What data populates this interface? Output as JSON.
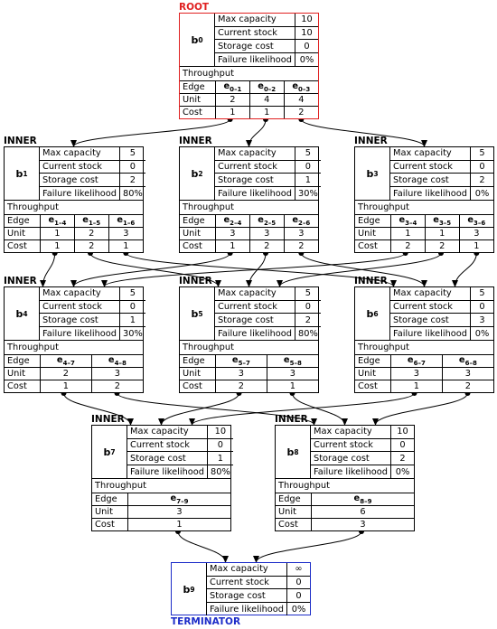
{
  "labels": {
    "max_capacity": "Max capacity",
    "current_stock": "Current stock",
    "storage_cost": "Storage cost",
    "failure_likelihood": "Failure likelihood",
    "throughput": "Throughput",
    "edge": "Edge",
    "unit": "Unit",
    "cost": "Cost"
  },
  "nodes": [
    {
      "id": "b0",
      "letter": "b",
      "sub": "0",
      "role": "ROOT",
      "max_capacity": "10",
      "current_stock": "10",
      "storage_cost": "0",
      "failure_likelihood": "0%",
      "edges": [
        {
          "letter": "e",
          "sub": "0–1",
          "unit": "2",
          "cost": "1"
        },
        {
          "letter": "e",
          "sub": "0–2",
          "unit": "4",
          "cost": "1"
        },
        {
          "letter": "e",
          "sub": "0–3",
          "unit": "4",
          "cost": "2"
        }
      ]
    },
    {
      "id": "b1",
      "letter": "b",
      "sub": "1",
      "role": "INNER",
      "max_capacity": "5",
      "current_stock": "0",
      "storage_cost": "2",
      "failure_likelihood": "80%",
      "edges": [
        {
          "letter": "e",
          "sub": "1–4",
          "unit": "1",
          "cost": "1"
        },
        {
          "letter": "e",
          "sub": "1–5",
          "unit": "2",
          "cost": "2"
        },
        {
          "letter": "e",
          "sub": "1–6",
          "unit": "3",
          "cost": "1"
        }
      ]
    },
    {
      "id": "b2",
      "letter": "b",
      "sub": "2",
      "role": "INNER",
      "max_capacity": "5",
      "current_stock": "0",
      "storage_cost": "1",
      "failure_likelihood": "30%",
      "edges": [
        {
          "letter": "e",
          "sub": "2–4",
          "unit": "3",
          "cost": "1"
        },
        {
          "letter": "e",
          "sub": "2–5",
          "unit": "3",
          "cost": "2"
        },
        {
          "letter": "e",
          "sub": "2–6",
          "unit": "3",
          "cost": "2"
        }
      ]
    },
    {
      "id": "b3",
      "letter": "b",
      "sub": "3",
      "role": "INNER",
      "max_capacity": "5",
      "current_stock": "0",
      "storage_cost": "2",
      "failure_likelihood": "0%",
      "edges": [
        {
          "letter": "e",
          "sub": "3–4",
          "unit": "1",
          "cost": "2"
        },
        {
          "letter": "e",
          "sub": "3–5",
          "unit": "1",
          "cost": "2"
        },
        {
          "letter": "e",
          "sub": "3–6",
          "unit": "3",
          "cost": "1"
        }
      ]
    },
    {
      "id": "b4",
      "letter": "b",
      "sub": "4",
      "role": "INNER",
      "max_capacity": "5",
      "current_stock": "0",
      "storage_cost": "1",
      "failure_likelihood": "30%",
      "edges": [
        {
          "letter": "e",
          "sub": "4–7",
          "unit": "2",
          "cost": "1"
        },
        {
          "letter": "e",
          "sub": "4–8",
          "unit": "3",
          "cost": "2"
        }
      ]
    },
    {
      "id": "b5",
      "letter": "b",
      "sub": "5",
      "role": "INNER",
      "max_capacity": "5",
      "current_stock": "0",
      "storage_cost": "2",
      "failure_likelihood": "80%",
      "edges": [
        {
          "letter": "e",
          "sub": "5–7",
          "unit": "3",
          "cost": "2"
        },
        {
          "letter": "e",
          "sub": "5–8",
          "unit": "3",
          "cost": "1"
        }
      ]
    },
    {
      "id": "b6",
      "letter": "b",
      "sub": "6",
      "role": "INNER",
      "max_capacity": "5",
      "current_stock": "0",
      "storage_cost": "3",
      "failure_likelihood": "0%",
      "edges": [
        {
          "letter": "e",
          "sub": "6–7",
          "unit": "3",
          "cost": "1"
        },
        {
          "letter": "e",
          "sub": "6–8",
          "unit": "3",
          "cost": "2"
        }
      ]
    },
    {
      "id": "b7",
      "letter": "b",
      "sub": "7",
      "role": "INNER",
      "max_capacity": "10",
      "current_stock": "0",
      "storage_cost": "1",
      "failure_likelihood": "80%",
      "edges": [
        {
          "letter": "e",
          "sub": "7–9",
          "unit": "3",
          "cost": "1"
        }
      ]
    },
    {
      "id": "b8",
      "letter": "b",
      "sub": "8",
      "role": "INNER",
      "max_capacity": "10",
      "current_stock": "0",
      "storage_cost": "2",
      "failure_likelihood": "0%",
      "edges": [
        {
          "letter": "e",
          "sub": "8–9",
          "unit": "6",
          "cost": "3"
        }
      ]
    },
    {
      "id": "b9",
      "letter": "b",
      "sub": "9",
      "role": "TERMINATOR",
      "max_capacity": "∞",
      "current_stock": "0",
      "storage_cost": "0",
      "failure_likelihood": "0%",
      "edges": []
    }
  ],
  "connections": [
    {
      "from": "b0",
      "edge": 0,
      "to": "b1"
    },
    {
      "from": "b0",
      "edge": 1,
      "to": "b2"
    },
    {
      "from": "b0",
      "edge": 2,
      "to": "b3"
    },
    {
      "from": "b1",
      "edge": 0,
      "to": "b4"
    },
    {
      "from": "b1",
      "edge": 1,
      "to": "b5"
    },
    {
      "from": "b1",
      "edge": 2,
      "to": "b6"
    },
    {
      "from": "b2",
      "edge": 0,
      "to": "b4"
    },
    {
      "from": "b2",
      "edge": 1,
      "to": "b5"
    },
    {
      "from": "b2",
      "edge": 2,
      "to": "b6"
    },
    {
      "from": "b3",
      "edge": 0,
      "to": "b4"
    },
    {
      "from": "b3",
      "edge": 1,
      "to": "b5"
    },
    {
      "from": "b3",
      "edge": 2,
      "to": "b6"
    },
    {
      "from": "b4",
      "edge": 0,
      "to": "b7"
    },
    {
      "from": "b4",
      "edge": 1,
      "to": "b8"
    },
    {
      "from": "b5",
      "edge": 0,
      "to": "b7"
    },
    {
      "from": "b5",
      "edge": 1,
      "to": "b8"
    },
    {
      "from": "b6",
      "edge": 0,
      "to": "b7"
    },
    {
      "from": "b6",
      "edge": 1,
      "to": "b8"
    },
    {
      "from": "b7",
      "edge": 0,
      "to": "b9"
    },
    {
      "from": "b8",
      "edge": 0,
      "to": "b9"
    }
  ],
  "colors": {
    "root": "#e02020",
    "inner": "#000000",
    "terminator": "#1c2cc8"
  }
}
